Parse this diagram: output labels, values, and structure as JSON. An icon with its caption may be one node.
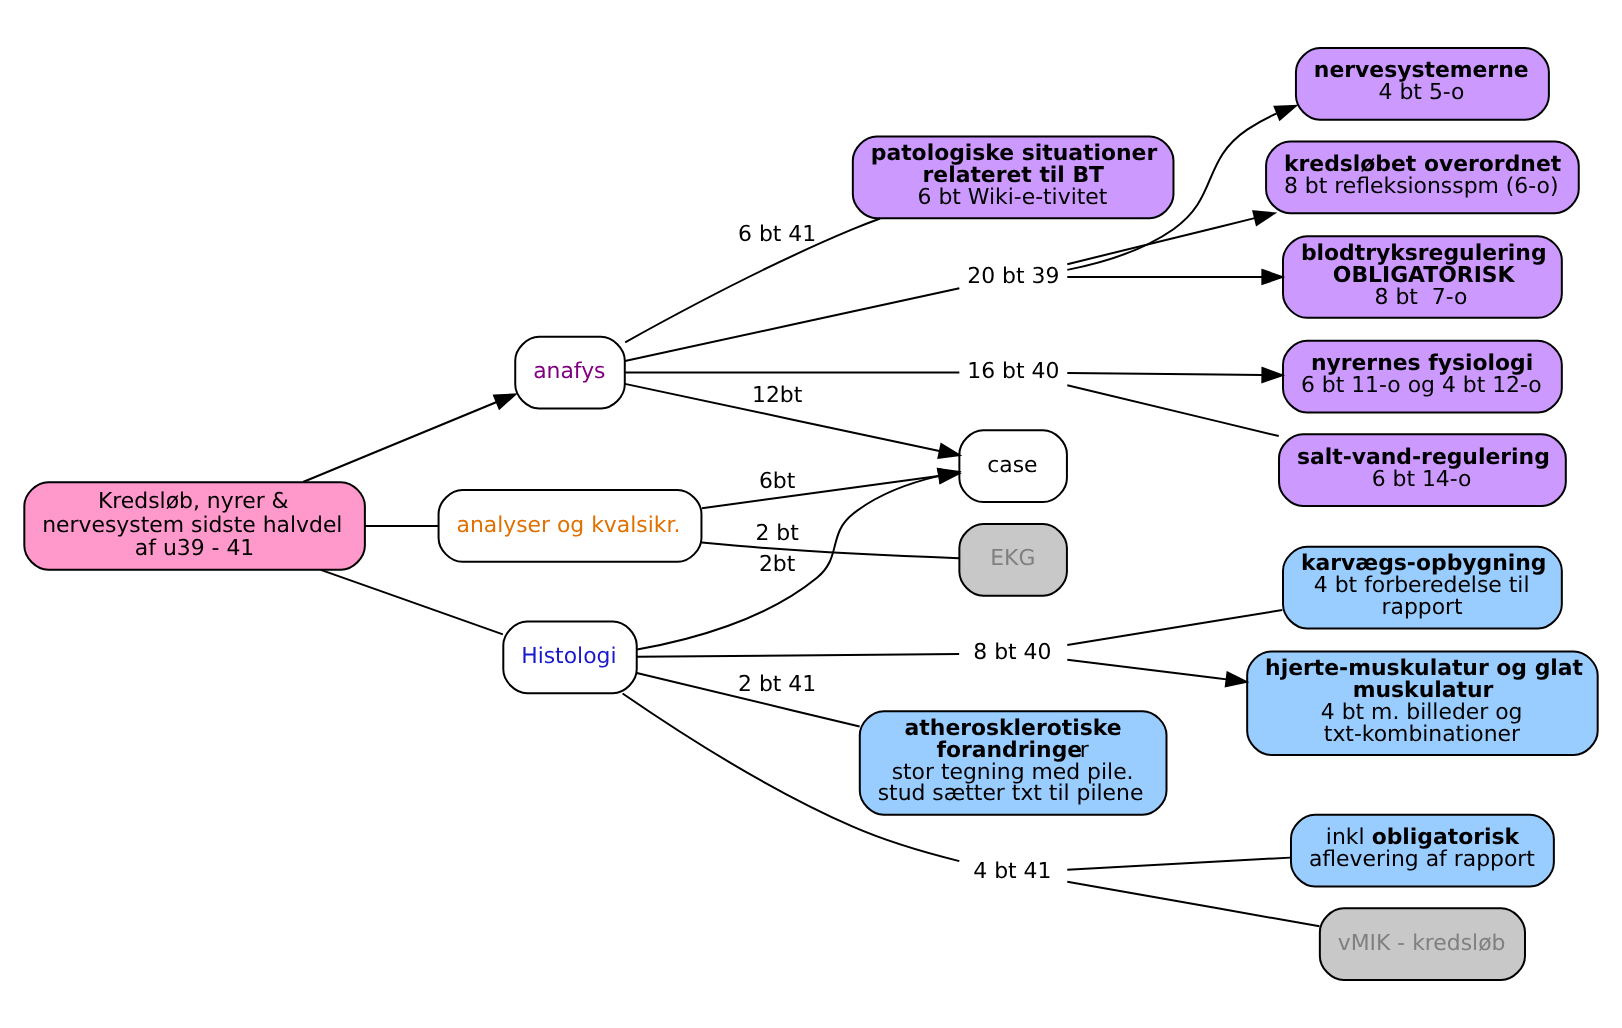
{
  "diagram": {
    "nodes": [
      {
        "text": [
          "Kredsløb, nyrer & nervesystem sidste halvdel af u39 - 41"
        ]
      },
      {
        "text": [
          "kredsløbet overordnet",
          "8 bt refleksionsspm (6-o)"
        ]
      },
      {
        "text": [
          "blodtryksregulering OBLIGATORISK",
          "8 bt  7-o"
        ]
      },
      {
        "text": [
          "nervesystemerne",
          "4 bt 5-o"
        ]
      },
      {
        "text": [
          "20 bt 39"
        ]
      },
      {
        "text": [
          "anafys"
        ]
      },
      {
        "text": [
          "case"
        ]
      },
      {
        "text": [
          "16 bt 40"
        ]
      },
      {
        "text": [
          "nyrernes fysiologi",
          "6 bt 11-o og 4 bt 12-o"
        ]
      },
      {
        "text": [
          "salt-vand-regulering",
          "6 bt 14-o"
        ]
      },
      {
        "text": [
          "patologiske situationer relateret til BT",
          "6 bt Wiki-e-tivitet"
        ]
      },
      {
        "text": [
          "analyser og kvalsikr."
        ]
      },
      {
        "text": [
          "Histologi"
        ]
      },
      {
        "text": [
          "4 bt 41"
        ]
      },
      {
        "text": [
          "vMIK - kredsløb"
        ]
      },
      {
        "text": [
          "EKG"
        ]
      },
      {
        "text": [
          "inkl **obligatorisk** aflevering af rapport"
        ]
      },
      {
        "text": [
          "8 bt 40"
        ]
      },
      {
        "text": [
          "hjerte-muskulatur og glat muskulatur",
          "4 bt m. billeder og txt-kombinationer"
        ]
      },
      {
        "text": [
          "**atherosklerotiske forandringe**r",
          "stor tegning med pile. stud sætter txt til pilene"
        ]
      },
      {
        "text": [
          "karvægs-opbygning",
          "4 bt forberedelse til rapport"
        ]
      }
    ],
    "edges": [
      {
        "from": 0,
        "to": 5,
        "arrow": "to"
      },
      {
        "from": 5,
        "to": 4,
        "arrow": "none"
      },
      {
        "from": 4,
        "to": 1,
        "arrow": "to"
      },
      {
        "from": 4,
        "to": 2,
        "arrow": "to"
      },
      {
        "from": 4,
        "to": 3,
        "arrow": "to"
      },
      {
        "from": 5,
        "to": 6,
        "arrow": "to",
        "label": "12bt"
      },
      {
        "from": 5,
        "to": 7,
        "arrow": "none"
      },
      {
        "from": 7,
        "to": 8,
        "arrow": "to"
      },
      {
        "from": 7,
        "to": 9,
        "arrow": "none"
      },
      {
        "from": 5,
        "to": 10,
        "arrow": "none",
        "label": "6 bt 41"
      },
      {
        "from": 11,
        "to": 6,
        "arrow": "to",
        "label": "6bt"
      },
      {
        "from": 12,
        "to": 6,
        "arrow": "to",
        "label": "2bt"
      },
      {
        "from": 0,
        "to": 11,
        "arrow": "none"
      },
      {
        "from": 0,
        "to": 12,
        "arrow": "none"
      },
      {
        "from": 11,
        "to": 15,
        "arrow": "none",
        "label": "2 bt"
      },
      {
        "from": 12,
        "to": 13,
        "arrow": "none"
      },
      {
        "from": 13,
        "to": 14,
        "arrow": "none"
      },
      {
        "from": 13,
        "to": 16,
        "arrow": "none"
      },
      {
        "from": 12,
        "to": 19,
        "arrow": "none",
        "label": "2 bt 41"
      },
      {
        "from": 12,
        "to": 17,
        "arrow": "none"
      },
      {
        "from": 17,
        "to": 18,
        "arrow": "to"
      },
      {
        "from": 17,
        "to": 20,
        "arrow": "none"
      }
    ]
  }
}
